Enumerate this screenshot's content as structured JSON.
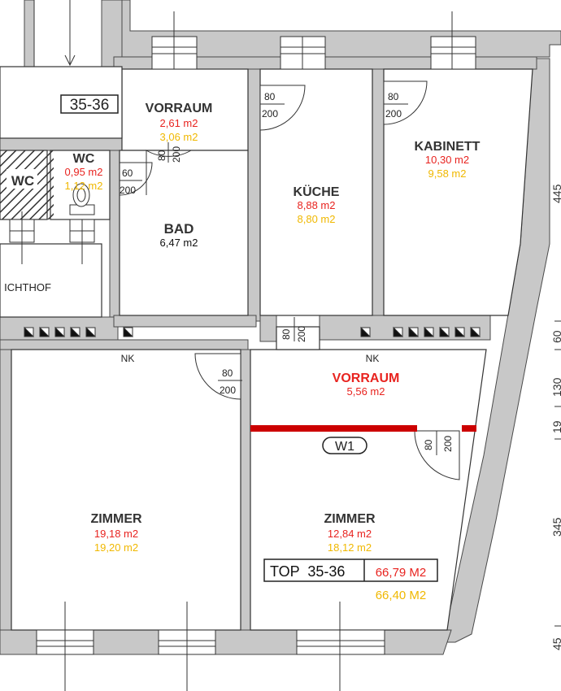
{
  "colors": {
    "wall": "#c8c8c8",
    "wall_stroke": "#4a4a4a",
    "red": "#e8231f",
    "yellow": "#f0b800",
    "dark_red": "#cc0000",
    "text": "#333333"
  },
  "unit_code": "35-36",
  "wall_tag": "W1",
  "nk_label": "NK",
  "rooms": {
    "vorraum_top": {
      "name": "VORRAUM",
      "area1": "2,61 m2",
      "area2": "3,06 m2"
    },
    "wc_small": {
      "name": "WC",
      "area1": "0,95 m2",
      "area2": "1,12 m2"
    },
    "wc_left": {
      "name": "WC"
    },
    "bad": {
      "name": "BAD",
      "area1": "6,47 m2"
    },
    "kueche": {
      "name": "KÜCHE",
      "area1": "8,88 m2",
      "area2": "8,80 m2"
    },
    "kabinett": {
      "name": "KABINETT",
      "area1": "10,30 m2",
      "area2": "9,58 m2"
    },
    "lichthof": {
      "name": "ICHTHOF"
    },
    "vorraum_main": {
      "name": "VORRAUM",
      "area1": "5,56 m2"
    },
    "zimmer_left": {
      "name": "ZIMMER",
      "area1": "19,18 m2",
      "area2": "19,20 m2"
    },
    "zimmer_right": {
      "name": "ZIMMER",
      "area1": "12,84 m2",
      "area2": "18,12 m2"
    }
  },
  "doors": {
    "vorraum_top": {
      "w": "80",
      "h": "200"
    },
    "kabinett": {
      "w": "80",
      "h": "200"
    },
    "wc": {
      "w": "60",
      "h": "200"
    },
    "bad": {
      "w": "80",
      "h": "200"
    },
    "kueche": {
      "w": "80",
      "h": "200"
    },
    "zimmer_left": {
      "w": "80",
      "h": "200"
    },
    "zimmer_right": {
      "w": "80",
      "h": "200"
    }
  },
  "summary": {
    "label": "TOP  35-36",
    "area1": "66,79 M2",
    "area2": "66,40 M2"
  },
  "side_dims": [
    "445",
    "60",
    "130",
    "19",
    "345",
    "45"
  ]
}
